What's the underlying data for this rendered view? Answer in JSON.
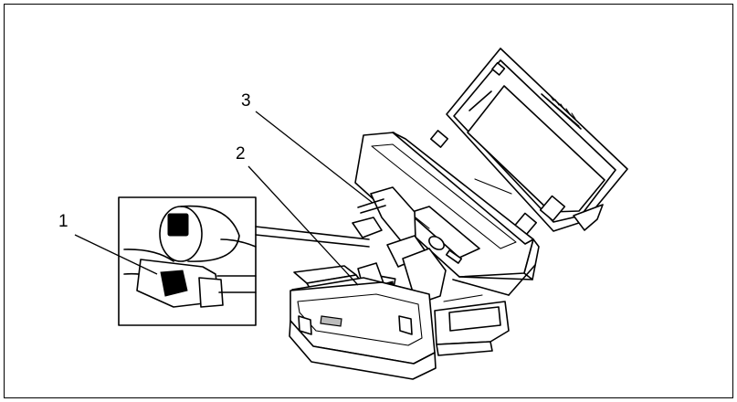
{
  "figure": {
    "callouts": [
      {
        "id": "1",
        "label": "1"
      },
      {
        "id": "2",
        "label": "2"
      },
      {
        "id": "3",
        "label": "3"
      }
    ]
  },
  "icons": {
    "device": "printer-open-lid-illustration",
    "detail": "detail-zoom-inset"
  }
}
